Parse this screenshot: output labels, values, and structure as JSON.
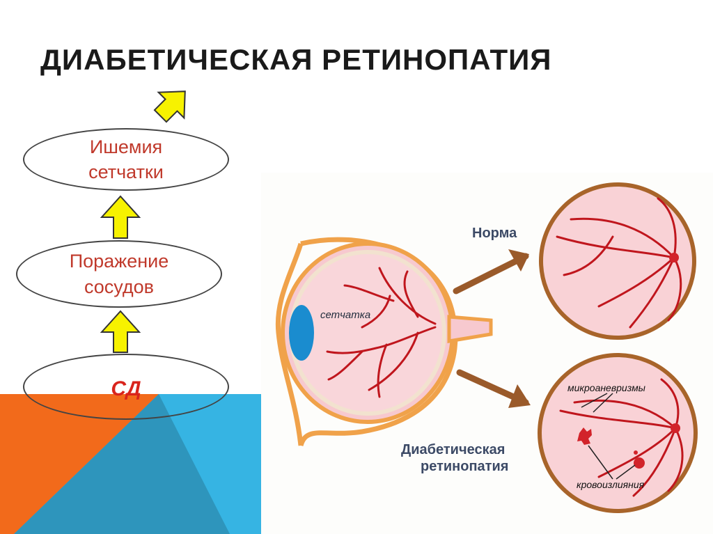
{
  "title": "ДИАБЕТИЧЕСКАЯ РЕТИНОПАТИЯ",
  "flow": {
    "ischemia": [
      "Ишемия",
      "сетчатки"
    ],
    "vessels": [
      "Поражение",
      "сосудов"
    ],
    "sd": "СД"
  },
  "eye": {
    "retina_label": "сетчатка",
    "norm_label": "Норма",
    "dr_label_1": "Диабетическая",
    "dr_label_2": "ретинопатия",
    "microaneurysms_label": "микроаневризмы",
    "hemorrhages_label": "кровоизлияния"
  },
  "colors": {
    "arrow_fill": "#f7f200",
    "ellipse_text": "#c0392b",
    "sd_text": "#d9241c",
    "bg_orange": "#f26a1b",
    "bg_blue": "#36b4e3",
    "vessel": "#c0161d",
    "eye_outline": "#f0a24a"
  }
}
